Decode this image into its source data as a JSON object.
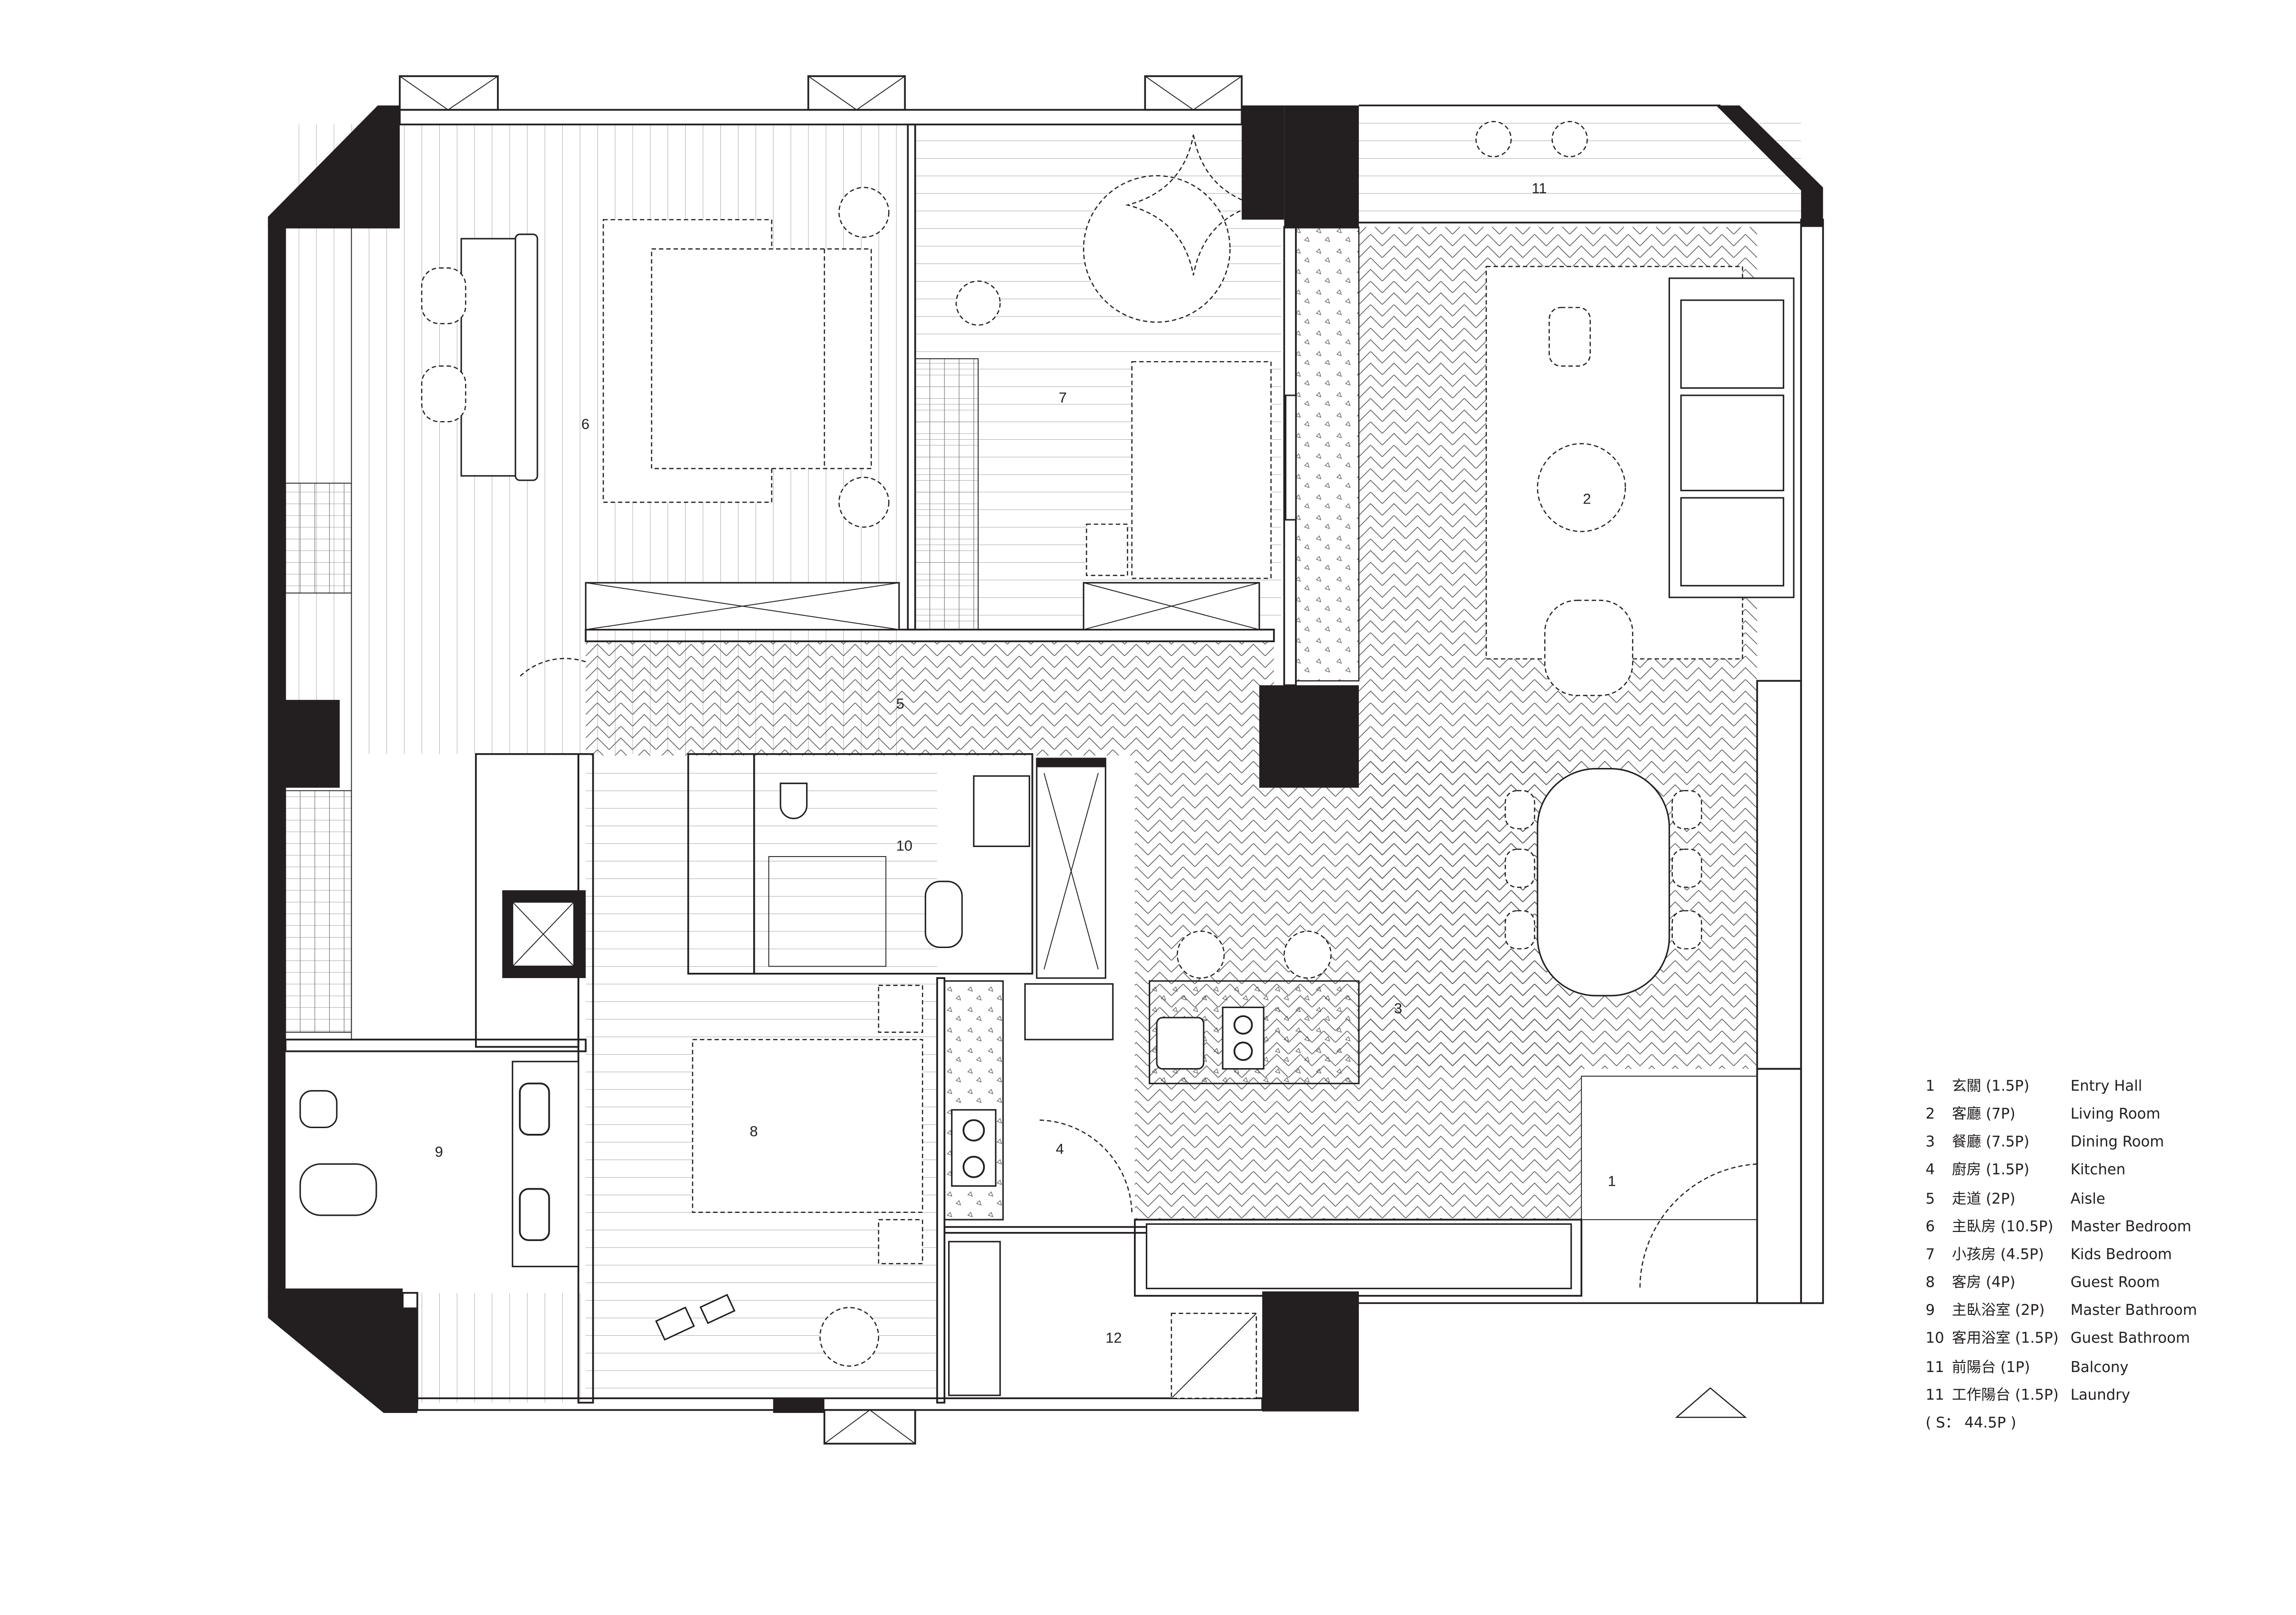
{
  "plan": {
    "room_numbers": {
      "entry": "1",
      "living": "2",
      "dining": "3",
      "kitchen": "4",
      "aisle": "5",
      "master_bedroom": "6",
      "kids_bedroom": "7",
      "guest_room": "8",
      "master_bathroom": "9",
      "guest_bathroom": "10",
      "balcony": "11",
      "laundry": "12"
    }
  },
  "legend": {
    "items": [
      {
        "number": "1",
        "zh": "玄關 (1.5P)",
        "en": "Entry Hall"
      },
      {
        "number": "2",
        "zh": "客廳 (7P)",
        "en": "Living Room"
      },
      {
        "number": "3",
        "zh": "餐廳 (7.5P)",
        "en": "Dining Room"
      },
      {
        "number": "4",
        "zh": "廚房 (1.5P)",
        "en": "Kitchen"
      },
      {
        "number": "5",
        "zh": "走道 (2P)",
        "en": "Aisle"
      },
      {
        "number": "6",
        "zh": "主臥房 (10.5P)",
        "en": "Master Bedroom"
      },
      {
        "number": "7",
        "zh": "小孩房 (4.5P)",
        "en": "Kids Bedroom"
      },
      {
        "number": "8",
        "zh": "客房 (4P)",
        "en": "Guest Room"
      },
      {
        "number": "9",
        "zh": "主臥浴室 (2P)",
        "en": "Master Bathroom"
      },
      {
        "number": "10",
        "zh": "客用浴室 (1.5P)",
        "en": "Guest Bathroom"
      },
      {
        "number": "11",
        "zh": "前陽台 (1P)",
        "en": "Balcony"
      },
      {
        "number": "11",
        "zh": "工作陽台 (1.5P)",
        "en": "Laundry"
      }
    ],
    "total": "( S： 44.5P )"
  },
  "colors": {
    "ink": "#231f20",
    "paper": "#ffffff"
  }
}
